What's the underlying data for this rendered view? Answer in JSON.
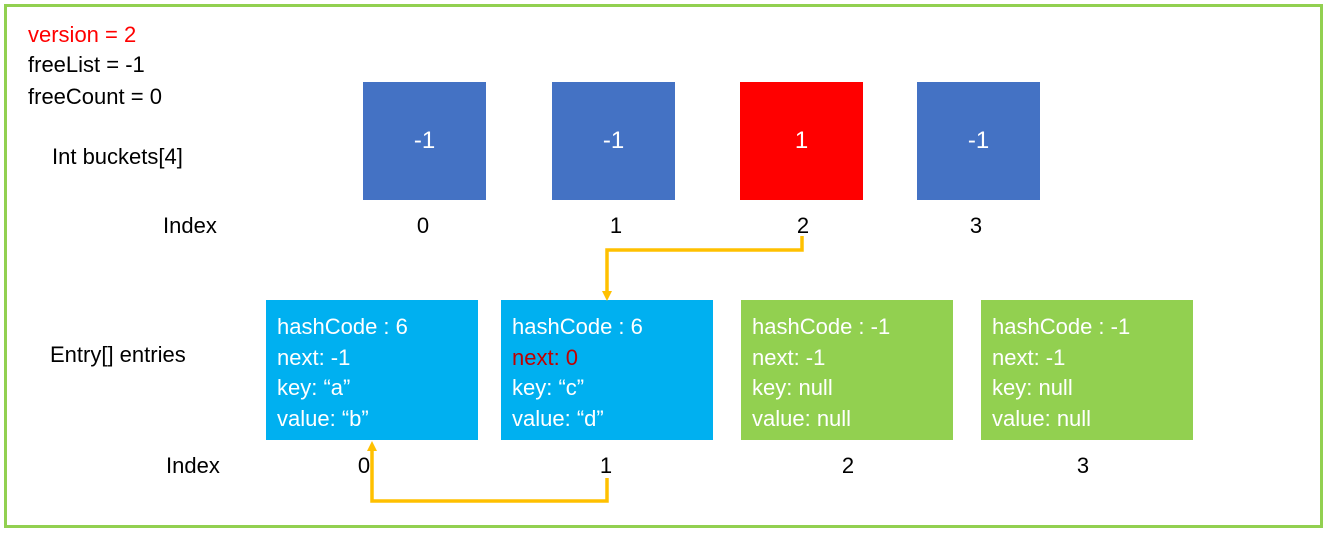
{
  "header": {
    "version": "version = 2",
    "free_list": "freeList = -1",
    "free_count": "freeCount = 0"
  },
  "buckets": {
    "label": "Int buckets[4]",
    "index_label": "Index",
    "values": [
      "-1",
      "-1",
      "1",
      "-1"
    ],
    "indices": [
      "0",
      "1",
      "2",
      "3"
    ],
    "colors": [
      "#4472c4",
      "#4472c4",
      "#ff0000",
      "#4472c4"
    ]
  },
  "entries": {
    "label": "Entry[] entries",
    "index_label": "Index",
    "indices": [
      "0",
      "1",
      "2",
      "3"
    ],
    "items": [
      {
        "hash": "hashCode : 6",
        "next": "next: -1",
        "key": "key: “a”",
        "value": "value: “b”",
        "color": "#00b0f0"
      },
      {
        "hash": "hashCode : 6",
        "next": "next: 0",
        "key": "key: “c”",
        "value": "value: “d”",
        "color": "#00b0f0",
        "next_highlight": "#c00000"
      },
      {
        "hash": "hashCode : -1",
        "next": "next: -1",
        "key": "key: null",
        "value": "value: null",
        "color": "#92d050"
      },
      {
        "hash": "hashCode : -1",
        "next": "next: -1",
        "key": "key: null",
        "value": "value: null",
        "color": "#92d050"
      }
    ]
  },
  "colors": {
    "frame": "#92d050",
    "arrow": "#ffc000",
    "highlight": "#ff0000"
  }
}
